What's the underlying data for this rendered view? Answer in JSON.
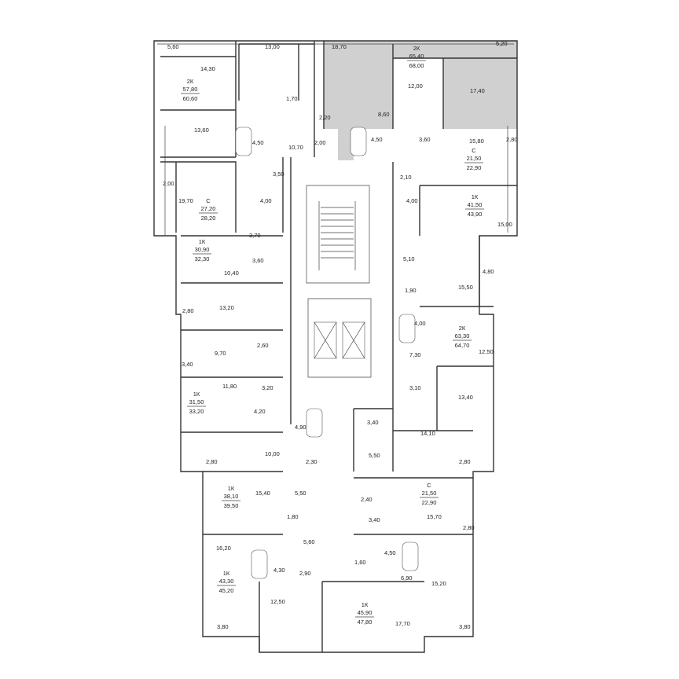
{
  "rooms": [
    {
      "id": "r1",
      "area": "5,60"
    },
    {
      "id": "r2",
      "area": "14,30"
    },
    {
      "id": "r3",
      "area": "13,00"
    },
    {
      "id": "r4",
      "area": "18,70"
    },
    {
      "id": "r5",
      "area": "5,20"
    },
    {
      "id": "r6",
      "area": "12,00"
    },
    {
      "id": "r7",
      "area": "17,40"
    },
    {
      "id": "r8",
      "area": "1,70"
    },
    {
      "id": "r9",
      "area": "2,20"
    },
    {
      "id": "r10",
      "area": "8,60"
    },
    {
      "id": "r11",
      "area": "13,60"
    },
    {
      "id": "r12",
      "area": "4,50"
    },
    {
      "id": "r13",
      "area": "10,70"
    },
    {
      "id": "r14",
      "area": "2,00"
    },
    {
      "id": "r15",
      "area": "4,50"
    },
    {
      "id": "r16",
      "area": "3,60"
    },
    {
      "id": "r17",
      "area": "15,80"
    },
    {
      "id": "r18",
      "area": "2,80"
    },
    {
      "id": "r19",
      "area": "3,50"
    },
    {
      "id": "r20",
      "area": "2,10"
    },
    {
      "id": "r21",
      "area": "2,00"
    },
    {
      "id": "r22",
      "area": "4,00"
    },
    {
      "id": "r23",
      "area": "19,70"
    },
    {
      "id": "r24",
      "area": "4,00"
    },
    {
      "id": "r25",
      "area": "15,00"
    },
    {
      "id": "r26",
      "area": "3,70"
    },
    {
      "id": "r27",
      "area": "3,60"
    },
    {
      "id": "r28",
      "area": "5,10"
    },
    {
      "id": "r29",
      "area": "10,40"
    },
    {
      "id": "r30",
      "area": "4,80"
    },
    {
      "id": "r31",
      "area": "1,90"
    },
    {
      "id": "r32",
      "area": "15,50"
    },
    {
      "id": "r33",
      "area": "13,20"
    },
    {
      "id": "r34",
      "area": "2,80"
    },
    {
      "id": "r35",
      "area": "4,00"
    },
    {
      "id": "r36",
      "area": "2,60"
    },
    {
      "id": "r37",
      "area": "12,50"
    },
    {
      "id": "r38",
      "area": "9,70"
    },
    {
      "id": "r39",
      "area": "3,40"
    },
    {
      "id": "r40",
      "area": "7,30"
    },
    {
      "id": "r41",
      "area": "3,10"
    },
    {
      "id": "r42",
      "area": "11,80"
    },
    {
      "id": "r43",
      "area": "3,20"
    },
    {
      "id": "r44",
      "area": "13,40"
    },
    {
      "id": "r45",
      "area": "4,20"
    },
    {
      "id": "r46",
      "area": "4,90"
    },
    {
      "id": "r47",
      "area": "3,40"
    },
    {
      "id": "r48",
      "area": "14,10"
    },
    {
      "id": "r49",
      "area": "10,00"
    },
    {
      "id": "r50",
      "area": "2,80"
    },
    {
      "id": "r51",
      "area": "5,50"
    },
    {
      "id": "r52",
      "area": "2,30"
    },
    {
      "id": "r53",
      "area": "2,80"
    },
    {
      "id": "r54",
      "area": "15,40"
    },
    {
      "id": "r55",
      "area": "5,50"
    },
    {
      "id": "r56",
      "area": "2,40"
    },
    {
      "id": "r57",
      "area": "1,80"
    },
    {
      "id": "r58",
      "area": "3,40"
    },
    {
      "id": "r59",
      "area": "15,70"
    },
    {
      "id": "r60",
      "area": "2,80"
    },
    {
      "id": "r61",
      "area": "16,20"
    },
    {
      "id": "r62",
      "area": "5,60"
    },
    {
      "id": "r63",
      "area": "4,50"
    },
    {
      "id": "r64",
      "area": "4,30"
    },
    {
      "id": "r65",
      "area": "1,60"
    },
    {
      "id": "r66",
      "area": "2,90"
    },
    {
      "id": "r67",
      "area": "6,90"
    },
    {
      "id": "r68",
      "area": "15,20"
    },
    {
      "id": "r69",
      "area": "12,50"
    },
    {
      "id": "r70",
      "area": "17,70"
    },
    {
      "id": "r71",
      "area": "3,80"
    },
    {
      "id": "r72",
      "area": "3,80"
    }
  ],
  "apartments": [
    {
      "id": "a1",
      "type": "2К",
      "living": "57,80",
      "total": "60,60"
    },
    {
      "id": "a2",
      "type": "2К",
      "living": "65,40",
      "total": "68,00"
    },
    {
      "id": "a3",
      "type": "С",
      "living": "21,50",
      "total": "22,90"
    },
    {
      "id": "a4",
      "type": "С",
      "living": "27,20",
      "total": "28,20"
    },
    {
      "id": "a5",
      "type": "1К",
      "living": "41,50",
      "total": "43,90"
    },
    {
      "id": "a6",
      "type": "1К",
      "living": "30,90",
      "total": "32,30"
    },
    {
      "id": "a7",
      "type": "2К",
      "living": "63,30",
      "total": "64,70"
    },
    {
      "id": "a8",
      "type": "1К",
      "living": "31,50",
      "total": "33,20"
    },
    {
      "id": "a9",
      "type": "1К",
      "living": "38,10",
      "total": "39,50"
    },
    {
      "id": "a10",
      "type": "С",
      "living": "21,50",
      "total": "22,90"
    },
    {
      "id": "a11",
      "type": "1К",
      "living": "43,30",
      "total": "45,20"
    },
    {
      "id": "a12",
      "type": "1К",
      "living": "45,90",
      "total": "47,80"
    }
  ]
}
